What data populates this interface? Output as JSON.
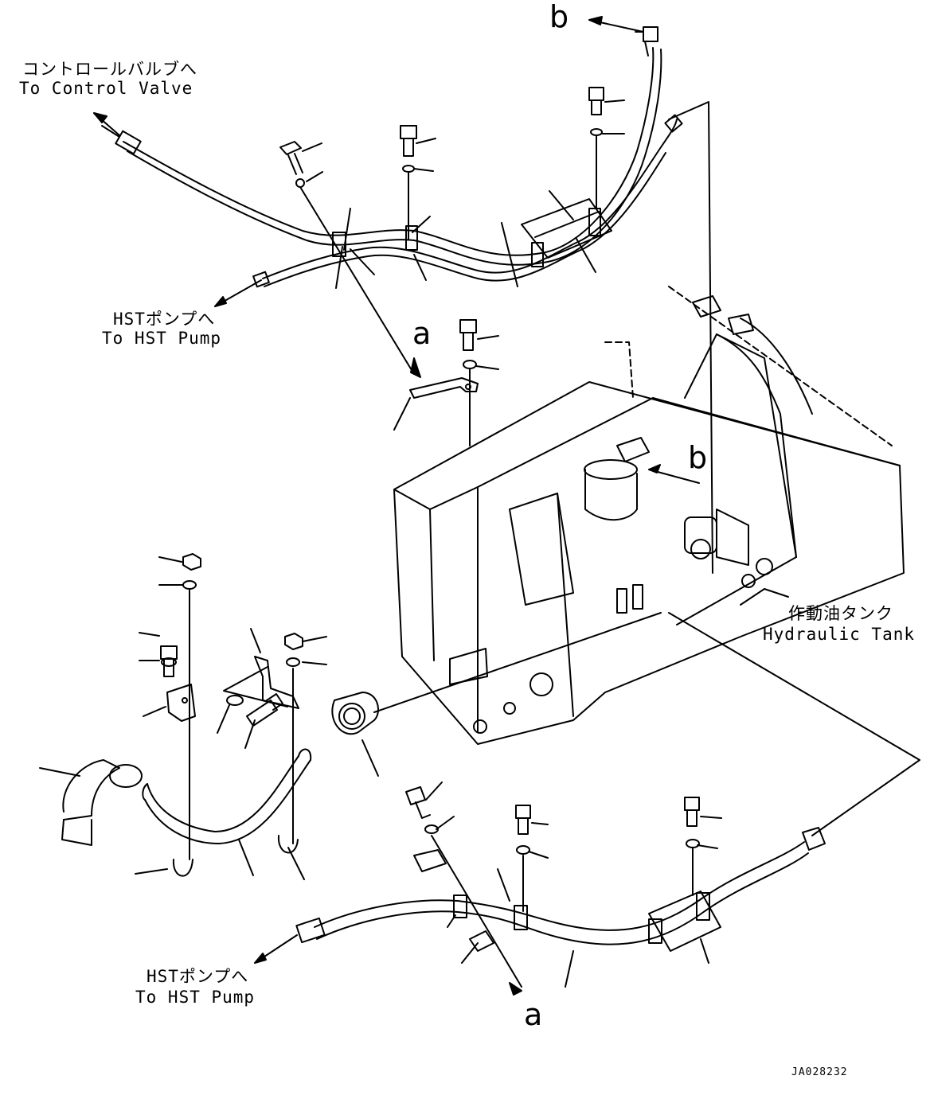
{
  "labels": {
    "control_valve_jp": "コントロールバルブへ",
    "control_valve_en": "To Control Valve",
    "hst_pump_top_jp": "HSTポンプへ",
    "hst_pump_top_en": "To HST Pump",
    "hst_pump_bottom_jp": "HSTポンプへ",
    "hst_pump_bottom_en": "To HST Pump",
    "tank_jp": "作動油タンク",
    "tank_en": "Hydraulic Tank",
    "drawing_id": "JA028232"
  },
  "refs": {
    "b_top": "b",
    "b_tank": "b",
    "a_clamp": "a",
    "a_bottom": "a"
  }
}
